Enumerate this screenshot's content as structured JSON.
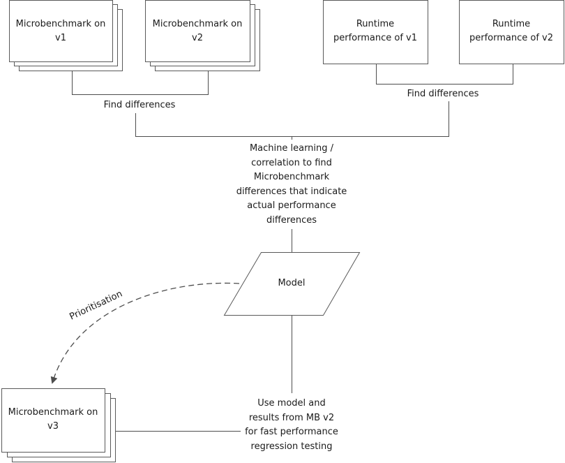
{
  "nodes": {
    "mb_v1": "Microbenchmark on v1",
    "mb_v1_l1": "Microbenchmark on",
    "mb_v1_l2": "v1",
    "mb_v2_l1": "Microbenchmark on",
    "mb_v2_l2": "v2",
    "rt_v1_l1": "Runtime",
    "rt_v1_l2": "performance of v1",
    "rt_v2_l1": "Runtime",
    "rt_v2_l2": "performance of v2",
    "model": "Model",
    "mb_v3_l1": "Microbenchmark on",
    "mb_v3_l2": "v3"
  },
  "labels": {
    "find_diff_left": "Find differences",
    "find_diff_right": "Find differences",
    "ml_lines": [
      "Machine learning /",
      "correlation to find",
      "Microbenchmark",
      "differences that indicate",
      "actual performance",
      "differences"
    ],
    "prioritisation": "Prioritisation",
    "use_lines": [
      "Use model and",
      "results from MB v2",
      "for fast performance",
      "regression testing"
    ]
  }
}
